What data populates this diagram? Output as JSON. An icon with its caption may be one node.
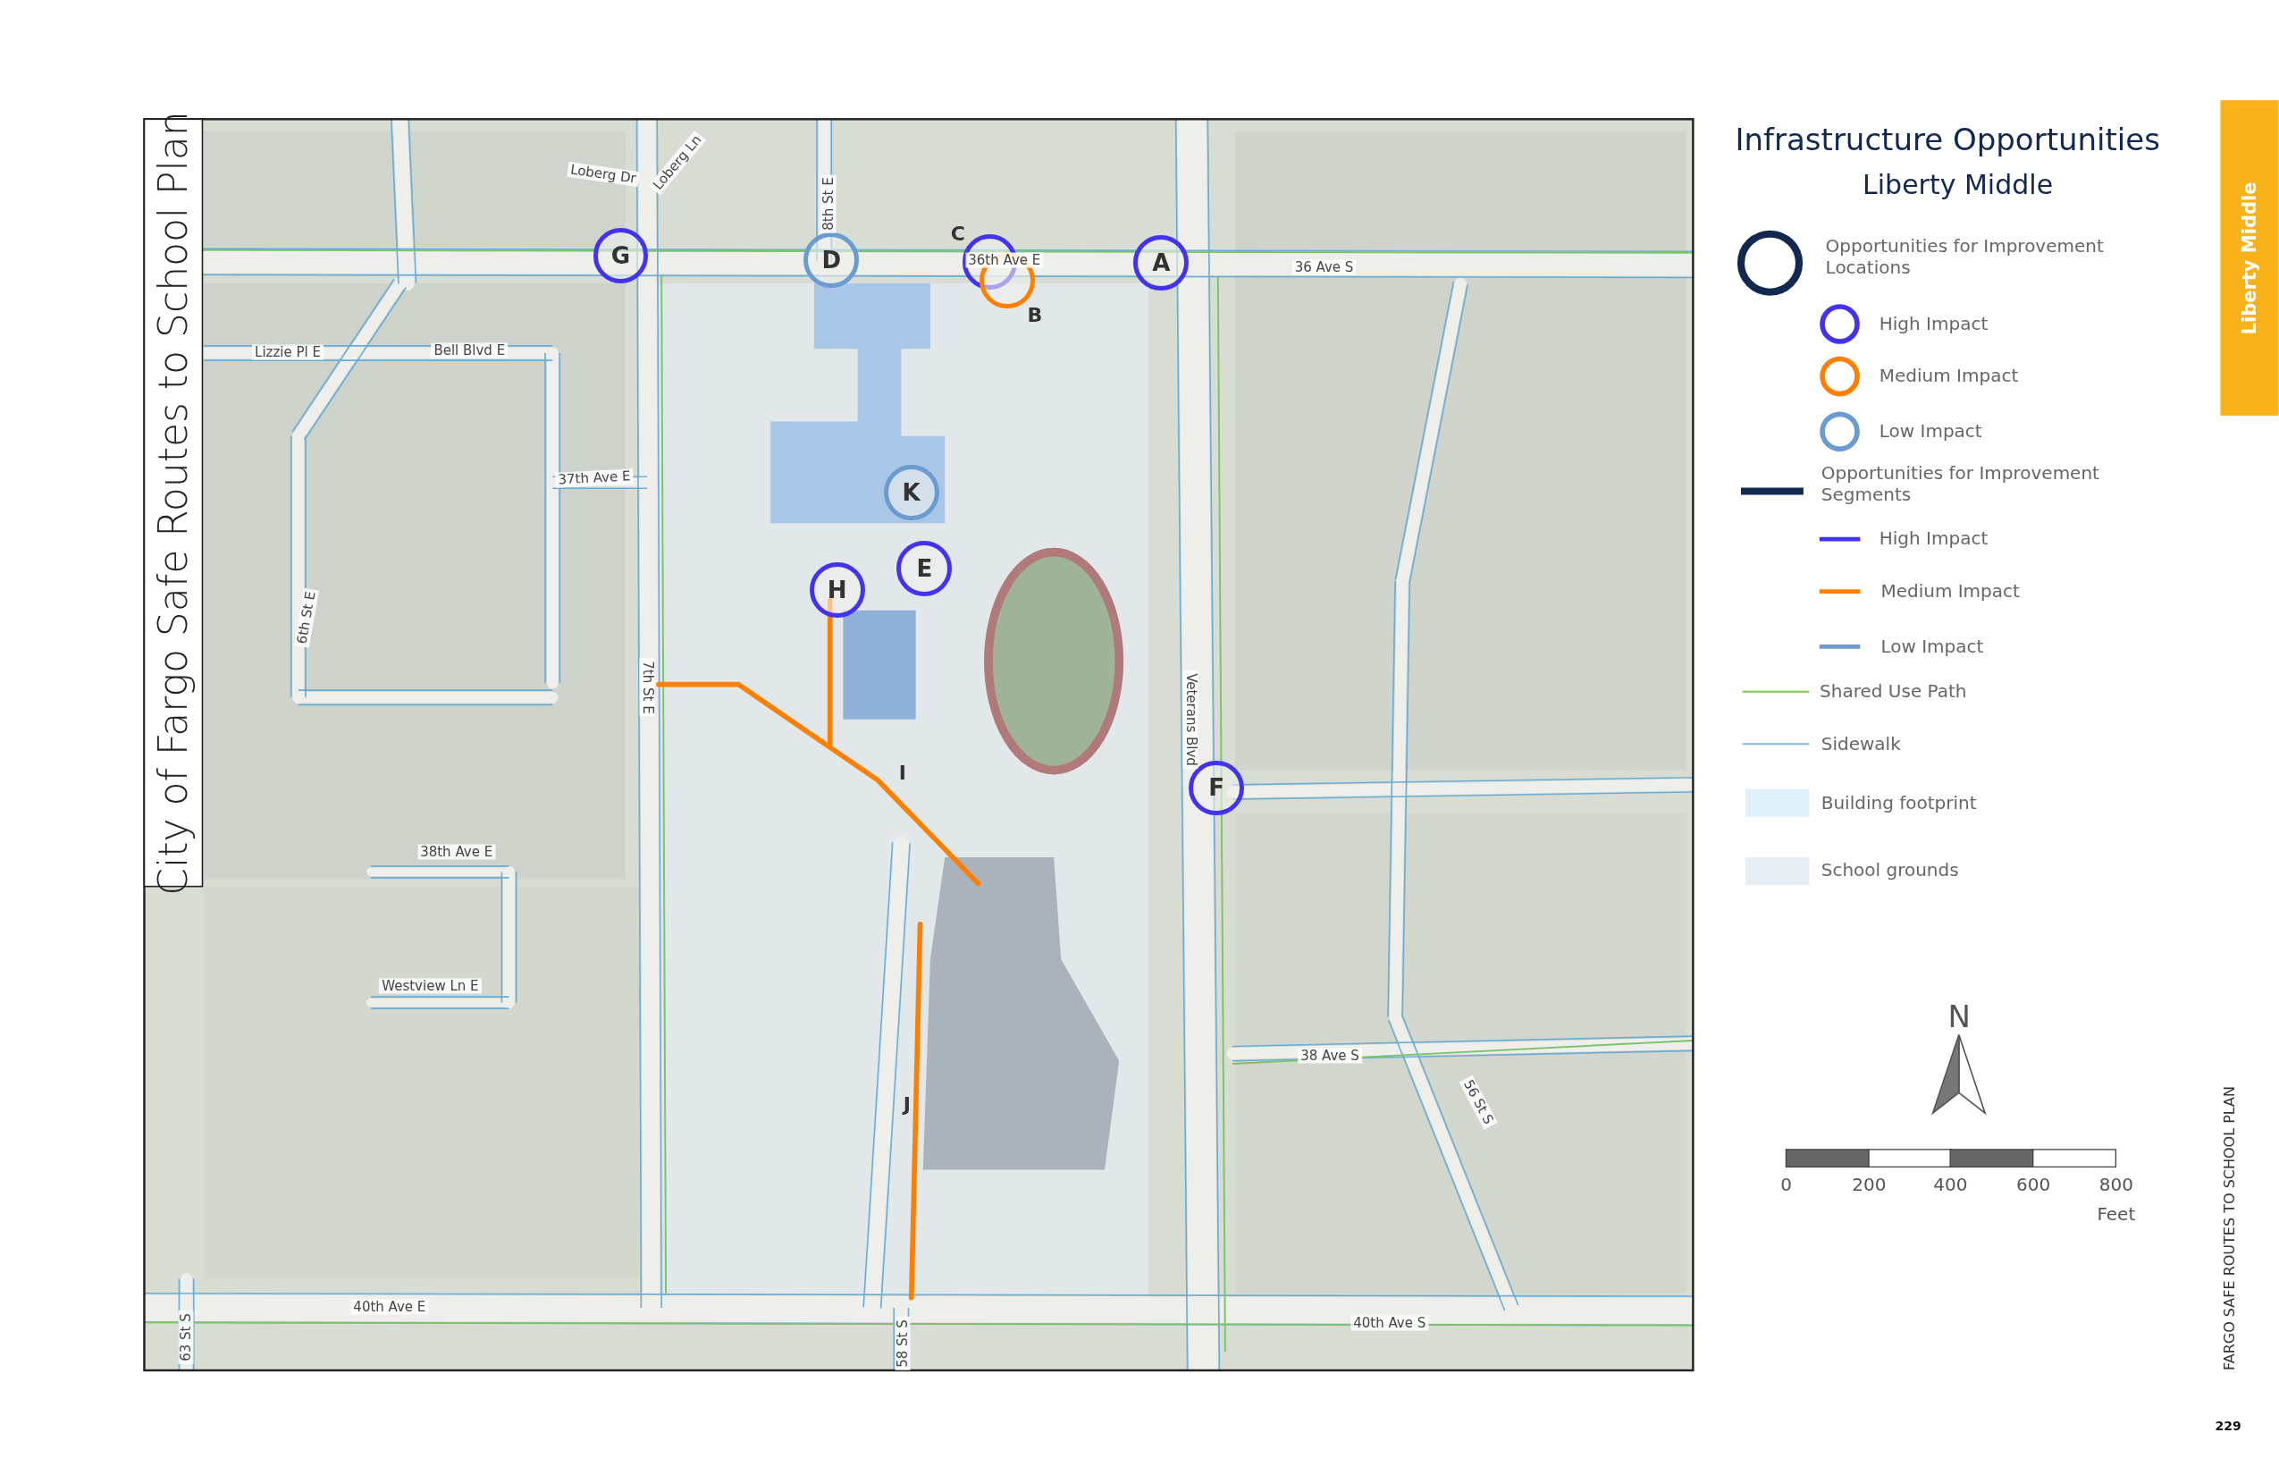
{
  "diagram": {
    "title": "Infrastructure Opportunities",
    "nodes": [
      {
        "text": [
          "G"
        ]
      },
      {
        "text": [
          "D"
        ]
      },
      {
        "text": [],
        "shape": "circle",
        "beside": [
          "C"
        ]
      },
      {
        "text": [
          "A"
        ]
      },
      {
        "text": [],
        "shape": "circle",
        "beside": [
          "B"
        ]
      },
      {
        "text": [
          "K"
        ]
      },
      {
        "text": [
          "E"
        ]
      },
      {
        "text": [
          "H"
        ]
      },
      {
        "text": [
          "F"
        ]
      }
    ],
    "labels": [
      "Liberty Middle",
      "City of Fargo Safe Routes to School Plan",
      "Loberg Dr",
      "Loberg Ln",
      "8th St E",
      "36th Ave E",
      "36 Ave S",
      "Lizzie Pl E",
      "Bell Blvd E",
      "37th Ave E",
      "6th St E",
      "7th St E",
      "I",
      "Veterans Blvd",
      "38th Ave E",
      "Westview Ln E",
      "38 Ave S",
      "56 St S",
      "J",
      "40th Ave E",
      "40th Ave S",
      "63 St S",
      "58 St S",
      "Liberty Middle",
      "N",
      "0",
      "200",
      "400",
      "600",
      "800",
      "Feet",
      "FARGO SAFE ROUTES TO SCHOOL PLAN",
      "229"
    ],
    "legend": [
      {
        "text": "Opportunities for Improvement Locations"
      },
      {
        "text": "High Impact"
      },
      {
        "text": "Medium Impact"
      },
      {
        "text": "Low Impact"
      },
      {
        "text": "Opportunities for Improvement Segments"
      },
      {
        "text": "High Impact"
      },
      {
        "text": "Medium Impact"
      },
      {
        "text": "Low Impact"
      },
      {
        "text": "Shared Use Path"
      },
      {
        "text": "Sidewalk"
      },
      {
        "text": "Building footprint",
        "color": "#dff0fb"
      },
      {
        "text": "School grounds",
        "color": "#e6eef3"
      }
    ]
  }
}
